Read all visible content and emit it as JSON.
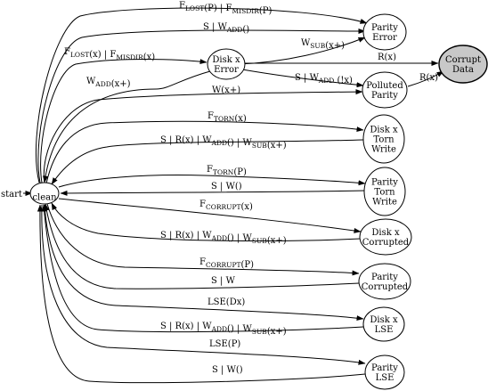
{
  "start_label": "start",
  "nodes": {
    "clean": [
      "clean"
    ],
    "parity_error": [
      "Parity",
      "Error"
    ],
    "disk_error": [
      "Disk x",
      "Error"
    ],
    "corrupt_data": [
      "Corrupt",
      "Data"
    ],
    "polluted_parity": [
      "Polluted",
      "Parity"
    ],
    "disk_torn": [
      "Disk x",
      "Torn",
      "Write"
    ],
    "parity_torn": [
      "Parity",
      "Torn",
      "Write"
    ],
    "disk_corrupted": [
      "Disk x",
      "Corrupted"
    ],
    "parity_corrupted": [
      "Parity",
      "Corrupted"
    ],
    "disk_lse": [
      "Disk x",
      "LSE"
    ],
    "parity_lse": [
      "Parity",
      "LSE"
    ]
  },
  "edges": {
    "flost_p": [
      [
        "F",
        ""
      ],
      [
        "LOST",
        "s"
      ],
      [
        "(P) | F",
        ""
      ],
      [
        "MISDIR",
        "s"
      ],
      [
        "(P)",
        ""
      ]
    ],
    "s_wadd_parity": [
      [
        "S | W",
        ""
      ],
      [
        "ADD",
        "s"
      ],
      [
        "()",
        ""
      ]
    ],
    "flost_x": [
      [
        "F",
        ""
      ],
      [
        "LOST",
        "s"
      ],
      [
        "(x) | F",
        ""
      ],
      [
        "MISDIR",
        "s"
      ],
      [
        "(x)",
        ""
      ]
    ],
    "wadd_xplus": [
      [
        "W",
        ""
      ],
      [
        "ADD",
        "s"
      ],
      [
        "(x+)",
        ""
      ]
    ],
    "wsub_xplus": [
      [
        "W",
        ""
      ],
      [
        "SUB",
        "s"
      ],
      [
        "(x+)",
        ""
      ]
    ],
    "r_x_1": [
      [
        "R(x)",
        ""
      ]
    ],
    "s_wadd_notx": [
      [
        "S | W",
        ""
      ],
      [
        "ADD",
        "s"
      ],
      [
        " (!x)",
        ""
      ]
    ],
    "r_x_2": [
      [
        "R(x)",
        ""
      ]
    ],
    "w_xplus": [
      [
        "W(x+)",
        ""
      ]
    ],
    "ftorn_x": [
      [
        "F",
        ""
      ],
      [
        "TORN",
        "s"
      ],
      [
        "(x)",
        ""
      ]
    ],
    "s_rx_wadd_wsub_1": [
      [
        "S | R(x) | W",
        ""
      ],
      [
        "ADD",
        "s"
      ],
      [
        "() | W",
        ""
      ],
      [
        "SUB",
        "s"
      ],
      [
        "(x+)",
        ""
      ]
    ],
    "ftorn_p": [
      [
        "F",
        ""
      ],
      [
        "TORN",
        "s"
      ],
      [
        "(P)",
        ""
      ]
    ],
    "s_w_1": [
      [
        "S | W()",
        ""
      ]
    ],
    "fcorrupt_x": [
      [
        "F",
        ""
      ],
      [
        "CORRUPT",
        "s"
      ],
      [
        "(x)",
        ""
      ]
    ],
    "s_rx_wadd_wsub_2": [
      [
        "S | R(x) | W",
        ""
      ],
      [
        "ADD",
        "s"
      ],
      [
        "() | W",
        ""
      ],
      [
        "SUB",
        "s"
      ],
      [
        "(x+)",
        ""
      ]
    ],
    "fcorrupt_p": [
      [
        "F",
        ""
      ],
      [
        "CORRUPT",
        "s"
      ],
      [
        "(P)",
        ""
      ]
    ],
    "s_w_2": [
      [
        "S | W",
        ""
      ]
    ],
    "lse_dx": [
      [
        "LSE(Dx)",
        ""
      ]
    ],
    "s_rx_wadd_wsub_3": [
      [
        "S | R(x) | W",
        ""
      ],
      [
        "ADD",
        "s"
      ],
      [
        "() | W",
        ""
      ],
      [
        "SUB",
        "s"
      ],
      [
        "(x+)",
        ""
      ]
    ],
    "lse_p": [
      [
        "LSE(P)",
        ""
      ]
    ],
    "s_w_3": [
      [
        "S | W()",
        ""
      ]
    ]
  }
}
